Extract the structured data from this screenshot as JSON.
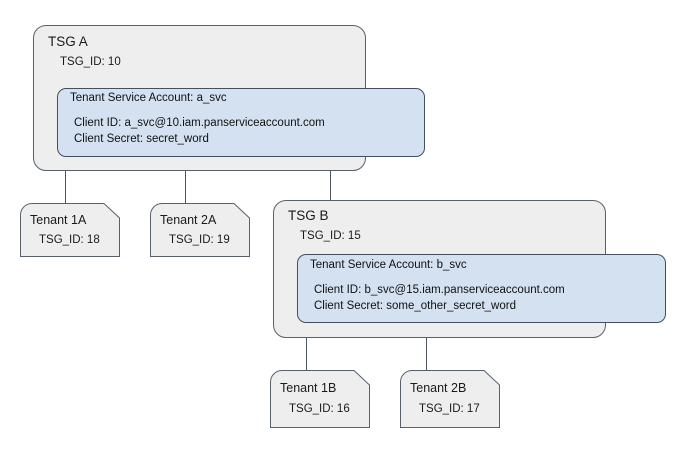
{
  "diagram": {
    "colors": {
      "group_fill": "#eeeeee",
      "group_stroke": "#58616b",
      "service_fill": "#d4e1f0",
      "service_stroke": "#41505f",
      "connector": "#4c5560",
      "text": "#1a1a1a",
      "background": "#ffffff"
    },
    "groups": [
      {
        "id": "tsg-a",
        "title": "TSG A",
        "tsg_id_label": "TSG_ID: 10",
        "service_account": {
          "heading": "Tenant Service Account: a_svc",
          "client_id": "Client ID: a_svc@10.iam.panserviceaccount.com",
          "client_secret": "Client Secret: secret_word"
        }
      },
      {
        "id": "tsg-b",
        "title": "TSG B",
        "tsg_id_label": "TSG_ID: 15",
        "service_account": {
          "heading": "Tenant Service Account: b_svc",
          "client_id": "Client ID: b_svc@15.iam.panserviceaccount.com",
          "client_secret": "Client Secret: some_other_secret_word"
        }
      }
    ],
    "tenants": [
      {
        "id": "tenant-1a",
        "name": "Tenant 1A",
        "tsg_id_label": "TSG_ID: 18"
      },
      {
        "id": "tenant-2a",
        "name": "Tenant 2A",
        "tsg_id_label": "TSG_ID: 19"
      },
      {
        "id": "tenant-1b",
        "name": "Tenant 1B",
        "tsg_id_label": "TSG_ID: 16"
      },
      {
        "id": "tenant-2b",
        "name": "Tenant 2B",
        "tsg_id_label": "TSG_ID: 17"
      }
    ]
  }
}
